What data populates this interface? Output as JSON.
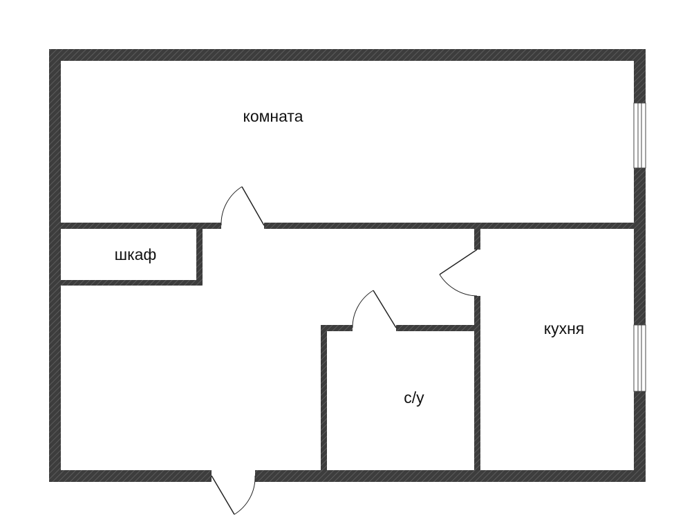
{
  "rooms": {
    "living_room": {
      "label": "комната"
    },
    "closet": {
      "label": "шкаф"
    },
    "kitchen": {
      "label": "кухня"
    },
    "bathroom": {
      "label": "с/у"
    }
  },
  "colors": {
    "wall": "#3d3d3d",
    "wall_hatch": "#5a5a5a",
    "floor": "#ffffff",
    "line": "#222222"
  }
}
